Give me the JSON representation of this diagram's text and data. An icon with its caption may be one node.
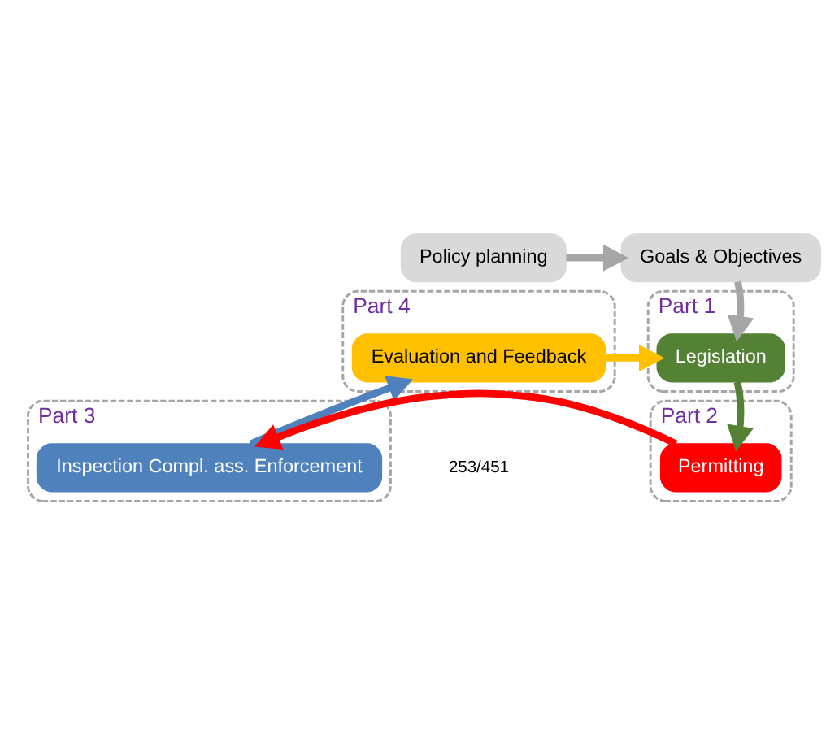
{
  "diagram": {
    "nodes": [
      {
        "text": [
          "Policy planning"
        ]
      },
      {
        "text": [
          "Goals & Objectives"
        ]
      },
      {
        "text": [
          "Part 4"
        ]
      },
      {
        "text": [
          "Evaluation and Feedback"
        ],
        "in": 2
      },
      {
        "text": [
          "Part 1"
        ]
      },
      {
        "text": [
          "Legislation"
        ],
        "in": 4
      },
      {
        "text": [
          "Part 3"
        ]
      },
      {
        "text": [
          "Inspection Compl. ass. Enforcement"
        ],
        "in": 6
      },
      {
        "text": [
          "Part 2"
        ]
      },
      {
        "text": [
          "Permitting"
        ],
        "in": 8
      }
    ],
    "edges": [
      {
        "from": 0,
        "to": 1,
        "arrow": "to",
        "color": "#a6a6a6"
      },
      {
        "from": 1,
        "to": 5,
        "arrow": "to",
        "color": "#a6a6a6"
      },
      {
        "from": 3,
        "to": 5,
        "arrow": "to",
        "color": "#ffc000"
      },
      {
        "from": 5,
        "to": 9,
        "arrow": "to",
        "color": "#548235"
      },
      {
        "from": 9,
        "to": 7,
        "arrow": "to",
        "color": "#ff0000"
      },
      {
        "from": 7,
        "to": 3,
        "arrow": "to",
        "color": "#4f81bd"
      }
    ],
    "labels": [
      "253/451"
    ]
  }
}
